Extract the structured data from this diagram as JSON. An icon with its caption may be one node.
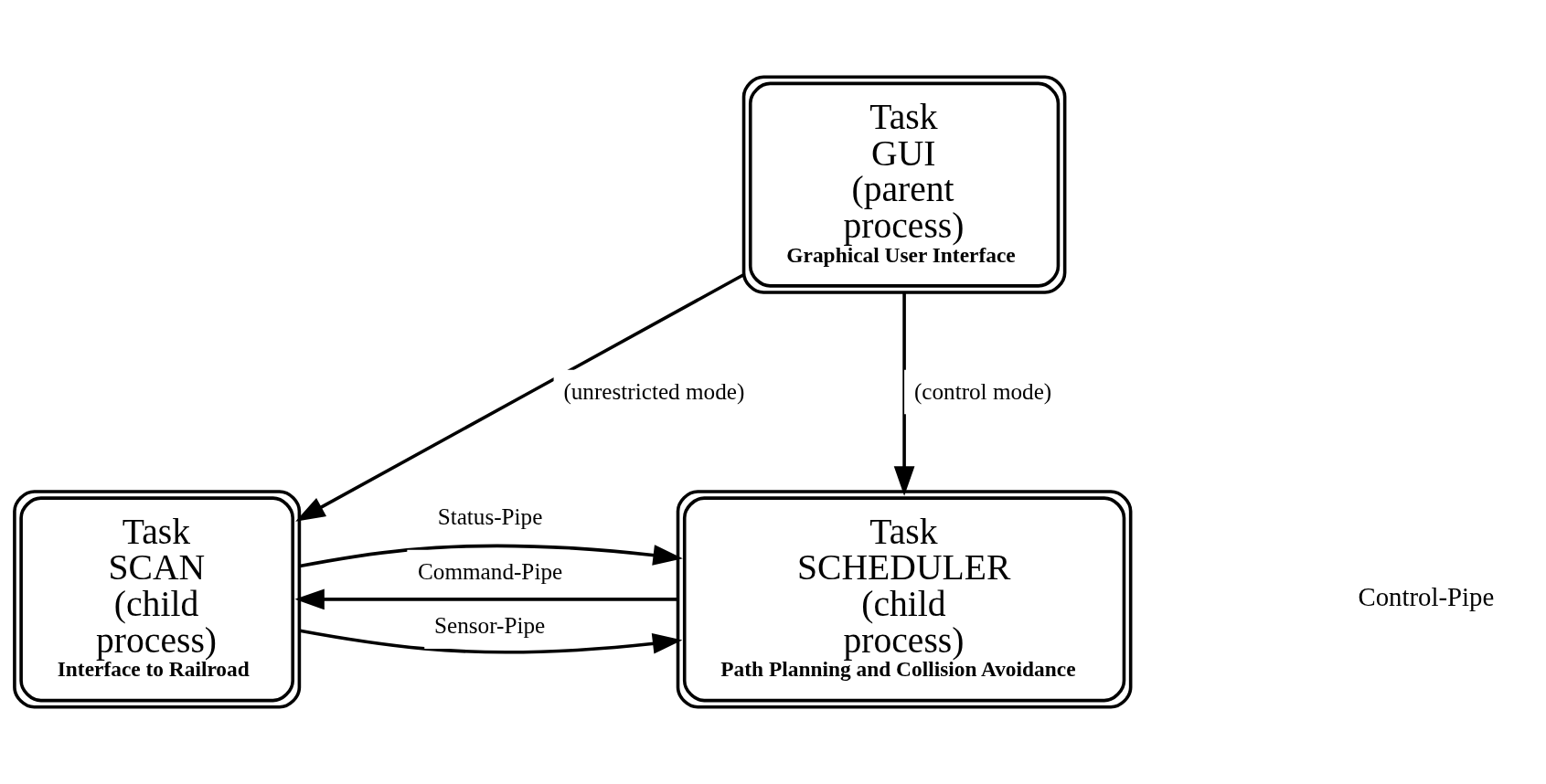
{
  "diagram": {
    "nodes": [
      {
        "text": [
          "Task GUI (parent process)",
          "Graphical User Interface"
        ]
      },
      {
        "text": [
          "Task SCAN (child process)",
          "Interface to Railroad"
        ]
      },
      {
        "text": [
          "Task SCHEDULER (child process)",
          "Path Planning and Collision Avoidance"
        ]
      }
    ],
    "edges": [
      {
        "from": 0,
        "to": 1,
        "arrow": "to",
        "label": "(unrestricted mode)"
      },
      {
        "from": 0,
        "to": 2,
        "arrow": "to",
        "label": "(control mode)"
      },
      {
        "from": 2,
        "to": 1,
        "arrow": "to",
        "label": "Command-Pipe"
      },
      {
        "from": 1,
        "to": 2,
        "arrow": "to",
        "label": "Status-Pipe"
      },
      {
        "from": 1,
        "to": 2,
        "arrow": "to",
        "label": "Sensor-Pipe"
      }
    ],
    "labels": [
      "Control-Pipe"
    ]
  }
}
